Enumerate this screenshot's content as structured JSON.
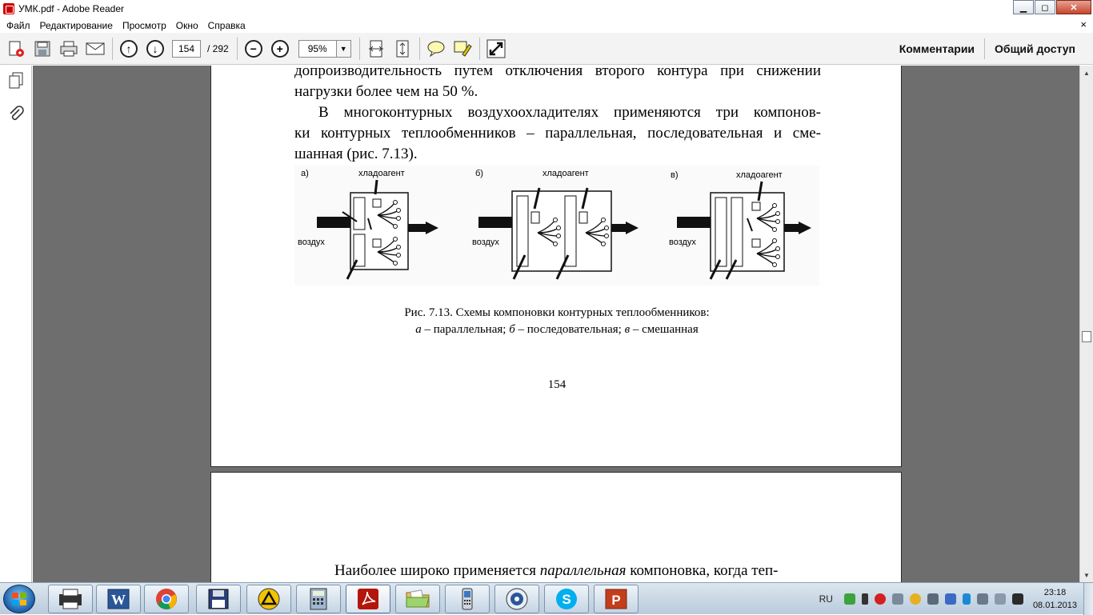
{
  "window": {
    "title": "УМК.pdf - Adobe Reader",
    "controls": {
      "minimize": "▁",
      "maximize": "◻",
      "close": "✕"
    }
  },
  "menu": {
    "items": [
      "Файл",
      "Редактирование",
      "Просмотр",
      "Окно",
      "Справка"
    ],
    "close_glyph": "×"
  },
  "toolbar": {
    "page_current": "154",
    "page_total": "/ 292",
    "zoom": "95%",
    "comments_label": "Комментарии",
    "share_label": "Общий доступ",
    "icons": [
      "create-pdf-icon",
      "save-icon",
      "print-icon",
      "email-icon",
      "previous-page-icon",
      "next-page-icon",
      "zoom-out-icon",
      "zoom-in-icon",
      "fit-page-icon",
      "fit-width-icon",
      "comment-icon",
      "highlight-icon",
      "fullscreen-icon"
    ]
  },
  "leftpanel": {
    "icons": [
      "pages-icon",
      "attachments-icon"
    ]
  },
  "document": {
    "page1": {
      "lines": [
        "допроизводительность путем отключения второго контура при снижении",
        "нагрузки более чем на 50 %.",
        "В многоконтурных воздухоохладителях применяются три компонов-",
        "ки контурных теплообменников – параллельная, последовательная и сме-",
        "шанная (рис. 7.13)."
      ],
      "figure": {
        "labels": {
          "a": "а)",
          "b": "б)",
          "c": "в)",
          "refrigerant": "хладоагент",
          "air": "воздух"
        }
      },
      "caption_line1": "Рис. 7.13. Схемы компоновки контурных теплообменников:",
      "caption_line2_a": "а",
      "caption_line2_a_text": " – параллельная; ",
      "caption_line2_b": "б",
      "caption_line2_b_text": " – последовательная; ",
      "caption_line2_c": "в",
      "caption_line2_c_text": " – смешанная",
      "page_number": "154"
    },
    "page2": {
      "line1_start": "Наиболее широко применяется ",
      "line1_italic": "параллельная",
      "line1_end": " компоновка, когда теп-"
    }
  },
  "taskbar": {
    "apps": [
      "word-icon",
      "chrome-icon",
      "save-disk-icon",
      "daemon-tools-icon",
      "calculator-icon",
      "adobe-reader-icon",
      "folder-icon",
      "phone-icon",
      "media-icon",
      "skype-icon",
      "powerpoint-icon"
    ],
    "language": "RU",
    "time": "23:18",
    "date": "08.01.2013"
  },
  "colors": {
    "doc_bg": "#6e6e6e",
    "taskbar": "#c9d8e6",
    "close_red": "#c7462d"
  }
}
